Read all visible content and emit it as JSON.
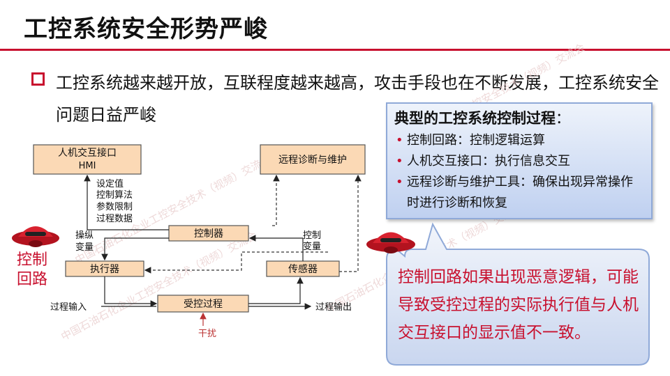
{
  "title": "工控系统安全形势严峻",
  "bullet": {
    "text": "工控系统越来越开放，互联程度越来越高，攻击手段也在不断发展，工控系统安全问题日益严峻"
  },
  "side_label": {
    "line1": "控制",
    "line2": "回路"
  },
  "diagram": {
    "hmi_line1": "人机交互接口",
    "hmi_line2": "HMI",
    "remote": "远程诊断与维护",
    "controller": "控制器",
    "actuator": "执行器",
    "sensor": "传感器",
    "process": "受控过程",
    "setpoint_lines": [
      "设定值",
      "控制算法",
      "参数限制",
      "过程数据"
    ],
    "manip_line1": "操纵",
    "manip_line2": "变量",
    "ctrl_line1": "控制",
    "ctrl_line2": "变量",
    "process_input": "过程输入",
    "process_output": "过程输出",
    "disturbance": "干扰"
  },
  "callout_top": {
    "heading": "典型的工控系统控制过程",
    "colon": "：",
    "items": [
      "控制回路：控制逻辑运算",
      "人机交互接口：执行信息交互",
      "远程诊断与维护工具：确保出现异常操作时进行诊断和恢复"
    ]
  },
  "callout_bottom": {
    "text": "控制回路如果出现恶意逻辑，可能导致受控过程的实际执行值与人机交互接口的显示值不一致。"
  },
  "watermark": "中国石油石化企业工控安全技术（视频）交流会",
  "colors": {
    "accent": "#c8102e",
    "box_fill": "#fbd9b5",
    "box_border": "#555555",
    "callout_blue": "#bfd0f0"
  }
}
